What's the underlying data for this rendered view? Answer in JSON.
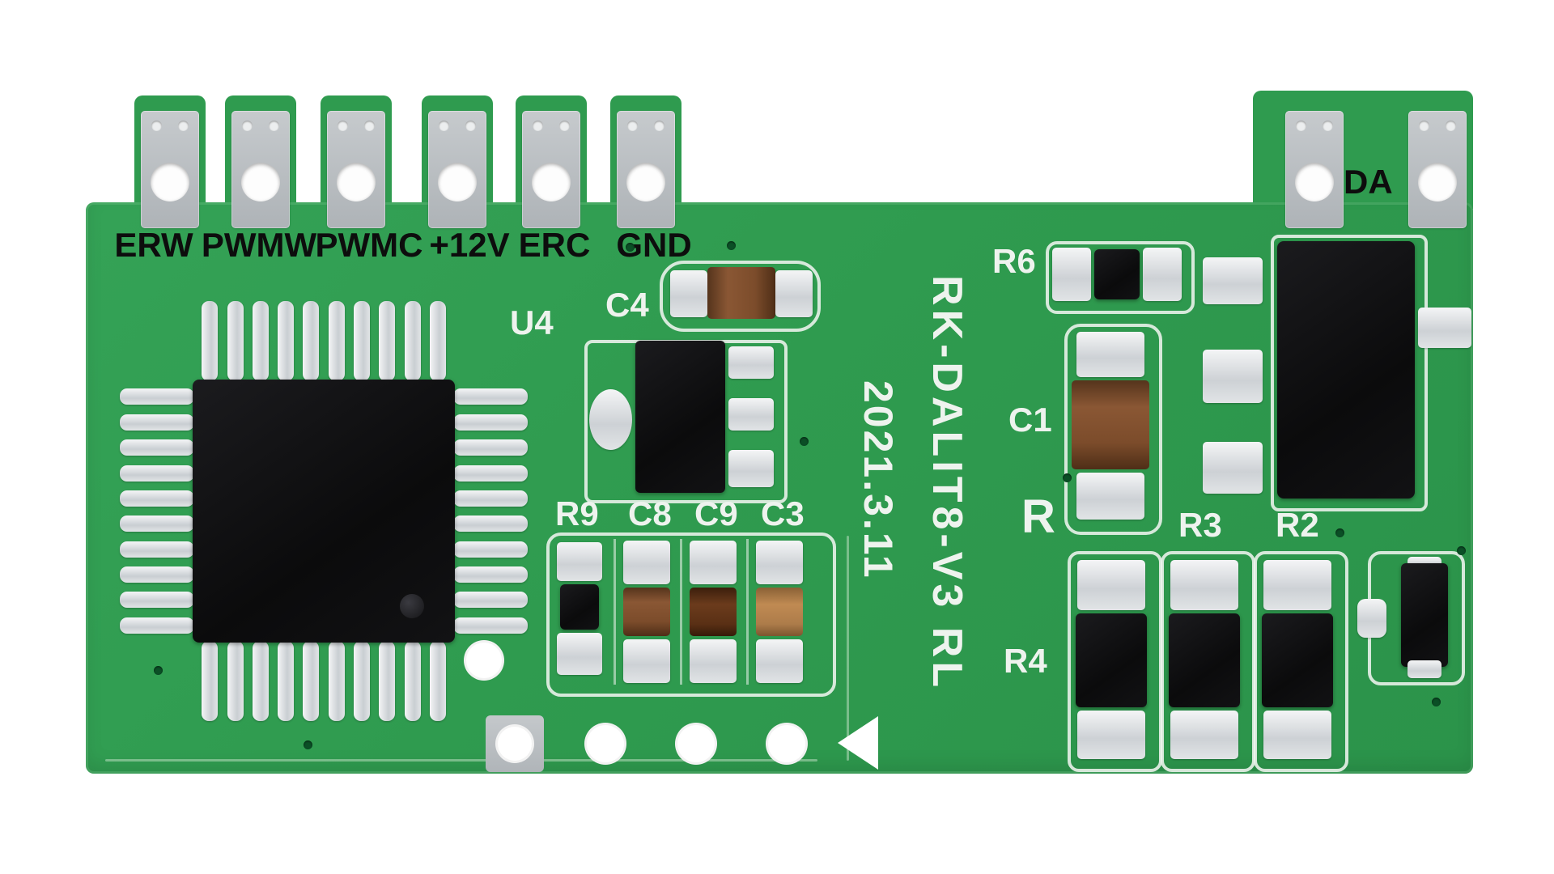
{
  "board": {
    "silkscreen_name": "RK-DALIT8-V3 RL",
    "silkscreen_date": "2021.3.11",
    "connector_labels": [
      "ERW",
      "PWMW",
      "PWMC",
      "+12V",
      "ERC",
      "GND"
    ],
    "right_connector_label": "DA",
    "component_labels": {
      "u4": "U4",
      "c4": "C4",
      "r6": "R6",
      "c1": "C1",
      "r": "R",
      "r9": "R9",
      "c8": "C8",
      "c9": "C9",
      "c3": "C3",
      "r3": "R3",
      "r2": "R2",
      "r4": "R4"
    }
  },
  "colors": {
    "board_green": "#2f9b4f",
    "pad_gray": "#aeb3b7",
    "silver": "#e7eaec",
    "chip_black": "#0b0b0c",
    "cap_brown": "#7c4c2b",
    "cap_brown_dark": "#5a3015",
    "cap_tan": "#ad7c4a",
    "silkscreen_white": "#eef3ee",
    "label_black": "#0d0d0d"
  }
}
